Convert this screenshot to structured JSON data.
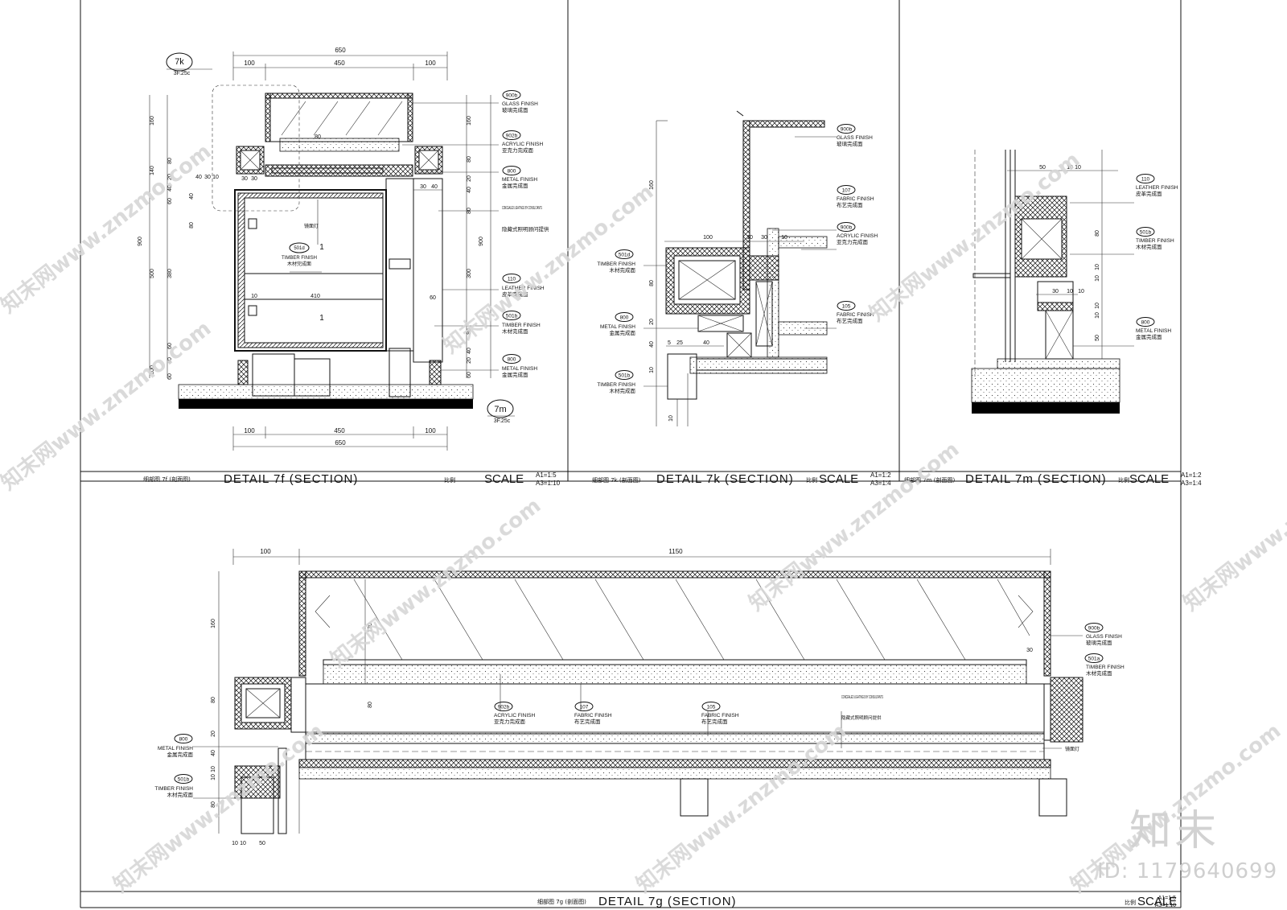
{
  "panels": {
    "d7f": {
      "title_cn": "细部图 7f (剖面图)",
      "title": "DETAIL  7f (SECTION)",
      "scale_cn": "比例",
      "scale": "SCALE",
      "ratio_a1": "A1=1:5",
      "ratio_a3": "A3=1:10",
      "dims_top": [
        "650",
        "100",
        "450",
        "100"
      ],
      "dims_bottom": [
        "100",
        "450",
        "100",
        "650"
      ],
      "dims_left": [
        "160",
        "80",
        "20",
        "140",
        "40",
        "60",
        "380",
        "500",
        "900",
        "60",
        "40",
        "100",
        "60",
        "40",
        "30",
        "10"
      ],
      "dims_right": [
        "160",
        "80",
        "30",
        "40",
        "20",
        "40",
        "80",
        "300",
        "900",
        "60",
        "80",
        "40",
        "20",
        "60"
      ],
      "inner_dims": [
        "80",
        "410",
        "10",
        "30",
        "30",
        "40",
        "80",
        "1",
        "1"
      ],
      "bubble_top": {
        "id": "7k",
        "ref": "3F.25c"
      },
      "bubble_bottom": {
        "id": "7m",
        "ref": "3F.25c"
      },
      "inner_label_cn": "镜面灯",
      "callouts": [
        {
          "code": "900b",
          "en": "GLASS FINISH",
          "cn": "玻璃完成面"
        },
        {
          "code": "902b",
          "en": "ACRYLIC FINISH",
          "cn": "亚克力完成面"
        },
        {
          "code": "800",
          "en": "METAL FINISH",
          "cn": "金属完成面"
        },
        {
          "code": "",
          "en": "CONCEALED LIGHTINGS BY CONSULTANTS",
          "cn": "隐藏式照明顾问提供"
        },
        {
          "code": "110",
          "en": "LEATHER FINISH",
          "cn": "皮革完成面"
        },
        {
          "code": "501b",
          "en": "TIMBER FINISH",
          "cn": "木材完成面"
        },
        {
          "code": "800",
          "en": "METAL FINISH",
          "cn": "金属完成面"
        }
      ],
      "inner_callout": {
        "code": "501d",
        "en": "TIMBER FINISH",
        "cn": "木材完成面"
      }
    },
    "d7k": {
      "title_cn": "细部图 7k (剖面图)",
      "title": "DETAIL  7k (SECTION)",
      "scale_cn": "比例",
      "scale": "SCALE",
      "ratio_a1": "A1=1:2",
      "ratio_a3": "A3=1:4",
      "dims": [
        "160",
        "100",
        "10",
        "30",
        "10",
        "80",
        "20",
        "40",
        "5",
        "25",
        "40",
        "10",
        "10"
      ],
      "callouts_right": [
        {
          "code": "900b",
          "en": "GLASS FINISH",
          "cn": "玻璃完成面"
        },
        {
          "code": "107",
          "en": "FABRIC FINISH",
          "cn": "布艺完成面"
        },
        {
          "code": "900b",
          "en": "ACRYLIC FINISH",
          "cn": "亚克力完成面"
        },
        {
          "code": "105",
          "en": "FABRIC FINISH",
          "cn": "布艺完成面"
        }
      ],
      "callouts_left": [
        {
          "code": "501d",
          "en": "TIMBER FINISH",
          "cn": "木材完成面"
        },
        {
          "code": "800",
          "en": "METAL FINISH",
          "cn": "金属完成面"
        },
        {
          "code": "501b",
          "en": "TIMBER FINISH",
          "cn": "木材完成面"
        }
      ]
    },
    "d7m": {
      "title_cn": "细部图 7m (剖面图)",
      "title": "DETAIL  7m (SECTION)",
      "scale_cn": "比例",
      "scale": "SCALE",
      "ratio_a1": "A1=1:2",
      "ratio_a3": "A3=1:4",
      "dims": [
        "50",
        "10",
        "10",
        "80",
        "10",
        "10",
        "30",
        "10",
        "10",
        "10",
        "10",
        "50"
      ],
      "callouts": [
        {
          "code": "110",
          "en": "LEATHER FINISH",
          "cn": "皮革完成面"
        },
        {
          "code": "501b",
          "en": "TIMBER FINISH",
          "cn": "木材完成面"
        },
        {
          "code": "800",
          "en": "METAL FINISH",
          "cn": "金属完成面"
        }
      ]
    },
    "d7g": {
      "title_cn": "细部图 7g (剖面图)",
      "title": "DETAIL  7g (SECTION)",
      "scale_cn": "比例",
      "scale": "SCALE",
      "ratio_a1": "A1=1:5",
      "ratio_a3": "A3=1:10",
      "dims_top": [
        "100",
        "1150"
      ],
      "dims_left": [
        "160",
        "80",
        "20",
        "40",
        "10",
        "10",
        "80",
        "10",
        "10",
        "50"
      ],
      "dims_inner": [
        "130",
        "80",
        "30"
      ],
      "callouts_right": [
        {
          "code": "900b",
          "en": "GLASS FINISH",
          "cn": "玻璃完成面"
        },
        {
          "code": "501a",
          "en": "TIMBER FINISH",
          "cn": "木材完成面"
        }
      ],
      "callouts_left": [
        {
          "code": "800",
          "en": "METAL FINISH",
          "cn": "金属完成面"
        },
        {
          "code": "501b",
          "en": "TIMBER FINISH",
          "cn": "木材完成面"
        }
      ],
      "callouts_inner": [
        {
          "code": "902b",
          "en": "ACRYLIC FINISH",
          "cn": "亚克力完成面"
        },
        {
          "code": "107",
          "en": "FABRIC FINISH",
          "cn": "布艺完成面"
        },
        {
          "code": "105",
          "en": "FABRIC FINISH",
          "cn": "布艺完成面"
        },
        {
          "code": "",
          "en": "CONCEALED LIGHTINGS BY CONSULTANTS",
          "cn": "隐藏式照明顾问提供"
        }
      ],
      "right_tag_cn": "镜面灯"
    }
  },
  "watermark": {
    "text": "知末网www.znzmo.com",
    "brand": "知末",
    "id_label": "ID: 1179640699"
  }
}
